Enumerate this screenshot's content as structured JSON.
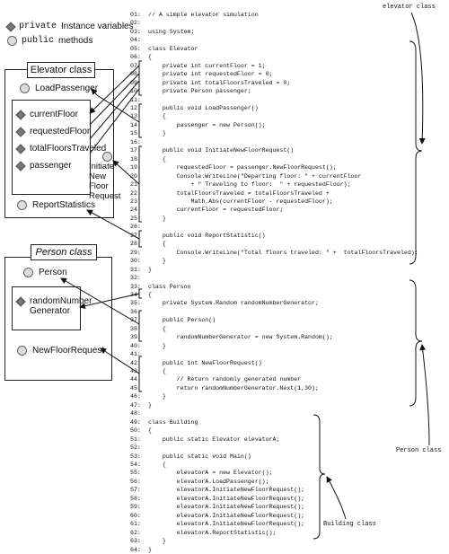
{
  "legend": {
    "private_keyword": "private",
    "private_text": "Instance variables",
    "public_keyword": "public",
    "public_text": "methods"
  },
  "elevator_box": {
    "title": "Elevator class",
    "load_passenger": "LoadPassenger",
    "fields": [
      "currentFloor",
      "requestedFloor",
      "totalFloorsTraveled",
      "passenger"
    ],
    "initiate_request": [
      "Initiate",
      "New",
      "Floor",
      "Request"
    ],
    "report_statistics": "ReportStatistics"
  },
  "person_box": {
    "title": "Person class",
    "person_method": "Person",
    "field_lines": [
      "randomNumber",
      "Generator"
    ],
    "new_floor_request": "NewFloorRequest"
  },
  "annotations": {
    "elevator_class": "elevator class",
    "person_class": "Person class",
    "building_class": "Building class"
  },
  "code_lines": [
    [
      "01:",
      "// A simple elevator simulation"
    ],
    [
      "02:",
      ""
    ],
    [
      "03:",
      "using System;"
    ],
    [
      "04:",
      ""
    ],
    [
      "05:",
      "class Elevator"
    ],
    [
      "06:",
      "{"
    ],
    [
      "07:",
      "    private int currentFloor = 1;"
    ],
    [
      "08:",
      "    private int requestedFloor = 0;"
    ],
    [
      "09:",
      "    private int totalFloorsTraveled = 0;"
    ],
    [
      "10:",
      "    private Person passenger;"
    ],
    [
      "11:",
      ""
    ],
    [
      "12:",
      "    public void LoadPassenger()"
    ],
    [
      "13:",
      "    {"
    ],
    [
      "14:",
      "        passenger = new Person();"
    ],
    [
      "15:",
      "    }"
    ],
    [
      "16:",
      ""
    ],
    [
      "17:",
      "    public void InitiateNewFloorRequest()"
    ],
    [
      "18:",
      "    {"
    ],
    [
      "19:",
      "        requestedFloor = passenger.NewFloorRequest();"
    ],
    [
      "20:",
      "        Console.WriteLine(\"Departing floor: \" + currentFloor"
    ],
    [
      "21:",
      "            + \" Traveling to floor:  \" + requestedFloor);"
    ],
    [
      "22:",
      "        totalFloorsTraveled = totalFloorsTraveled +"
    ],
    [
      "23:",
      "            Math.Abs(currentFloor - requestedFloor);"
    ],
    [
      "24:",
      "        currentFloor = requestedFloor;"
    ],
    [
      "25:",
      "    }"
    ],
    [
      "26:",
      ""
    ],
    [
      "27:",
      "    public void ReportStatistic()"
    ],
    [
      "28:",
      "    {"
    ],
    [
      "29:",
      "        Console.WriteLine(\"Total floors traveled: \" +  totalFloorsTraveled);"
    ],
    [
      "30:",
      "    }"
    ],
    [
      "31:",
      "}"
    ],
    [
      "32:",
      ""
    ],
    [
      "33:",
      "class Person"
    ],
    [
      "34:",
      "{"
    ],
    [
      "35:",
      "    private System.Random randomNumberGenerator;"
    ],
    [
      "36:",
      ""
    ],
    [
      "37:",
      "    public Person()"
    ],
    [
      "38:",
      "    {"
    ],
    [
      "39:",
      "        randomNumberGenerator = new System.Random();"
    ],
    [
      "40:",
      "    }"
    ],
    [
      "41:",
      ""
    ],
    [
      "42:",
      "    public int NewFloorRequest()"
    ],
    [
      "43:",
      "    {"
    ],
    [
      "44:",
      "        // Return randomly generated number"
    ],
    [
      "45:",
      "        return randomNumberGenerator.Next(1,30);"
    ],
    [
      "46:",
      "    }"
    ],
    [
      "47:",
      "}"
    ],
    [
      "48:",
      ""
    ],
    [
      "49:",
      "class Building"
    ],
    [
      "50:",
      "{"
    ],
    [
      "51:",
      "    public static Elevator elevatorA;"
    ],
    [
      "52:",
      ""
    ],
    [
      "53:",
      "    public static void Main()"
    ],
    [
      "54:",
      "    {"
    ],
    [
      "55:",
      "        elevatorA = new Elevator();"
    ],
    [
      "56:",
      "        elevatorA.LoadPassenger();"
    ],
    [
      "57:",
      "        elevatorA.InitiateNewFloorRequest();"
    ],
    [
      "58:",
      "        elevatorA.InitiateNewFloorRequest();"
    ],
    [
      "59:",
      "        elevatorA.InitiateNewFloorRequest();"
    ],
    [
      "60:",
      "        elevatorA.InitiateNewFloorRequest();"
    ],
    [
      "61:",
      "        elevatorA.InitiateNewFloorRequest();"
    ],
    [
      "62:",
      "        elevatorA.ReportStatistic();"
    ],
    [
      "63:",
      "    }"
    ],
    [
      "64:",
      "}"
    ]
  ]
}
